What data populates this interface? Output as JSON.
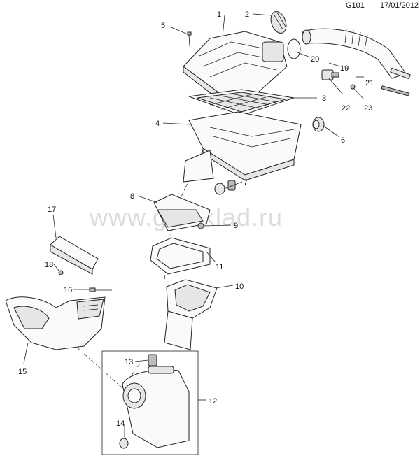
{
  "header": {
    "code": "G101",
    "date": "17/01/2012"
  },
  "watermark": "www.gmsklad.ru",
  "callouts": {
    "c1": "1",
    "c2": "2",
    "c3": "3",
    "c4": "4",
    "c5": "5",
    "c6": "6",
    "c7": "7",
    "c8": "8",
    "c9": "9",
    "c10": "10",
    "c11": "11",
    "c12": "12",
    "c13": "13",
    "c14": "14",
    "c15": "15",
    "c16": "16",
    "c17": "17",
    "c18": "18",
    "c19": "19",
    "c20": "20",
    "c21": "21",
    "c22": "22",
    "c23": "23"
  }
}
